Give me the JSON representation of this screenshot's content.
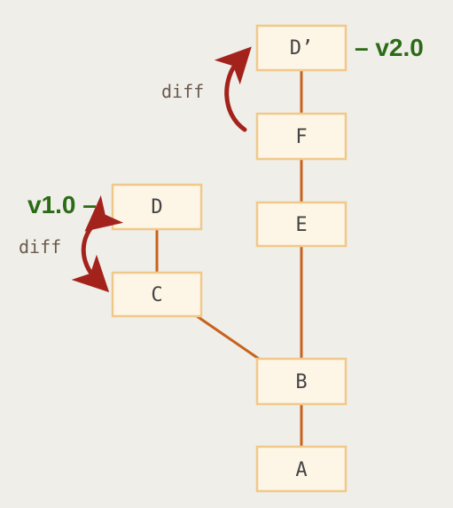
{
  "colors": {
    "background": "#efeee9",
    "node_fill": "#fdf6e7",
    "node_border": "#f0c98a",
    "edge": "#c8631e",
    "diff_arrow": "#a4221c",
    "version_label": "#2b6b16"
  },
  "nodes": {
    "a": "A",
    "b": "B",
    "c": "C",
    "d": "D",
    "e": "E",
    "f": "F",
    "d_prime": "D’"
  },
  "diff_labels": {
    "left": "diff",
    "top": "diff"
  },
  "version_labels": {
    "v1": "v1.0 –",
    "v2": "– v2.0"
  }
}
